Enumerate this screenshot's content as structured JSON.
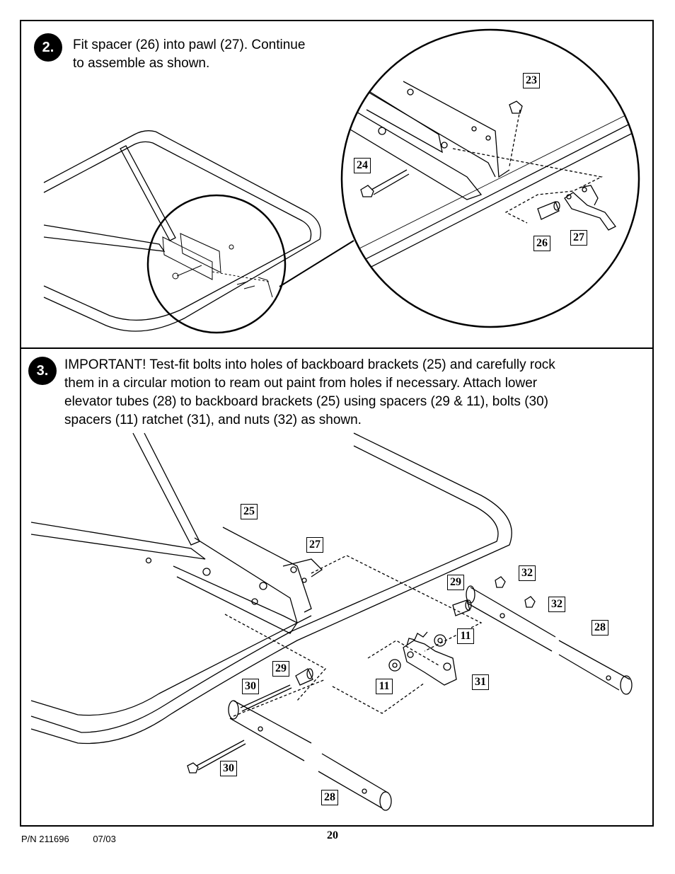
{
  "step2": {
    "number": "2.",
    "text_line1": "Fit spacer (26) into pawl (27). Continue",
    "text_line2": "to assemble as shown."
  },
  "step3": {
    "number": "3.",
    "text_line1": "IMPORTANT! Test-fit bolts into holes of backboard brackets (25) and carefully rock",
    "text_line2": "them in a circular motion to ream out paint from holes if necessary. Attach lower",
    "text_line3": "elevator tubes (28) to backboard brackets (25) using spacers (29 & 11), bolts (30)",
    "text_line4": "spacers (11) ratchet (31), and nuts (32) as shown."
  },
  "callouts_step2": [
    "23",
    "24",
    "26",
    "27"
  ],
  "callouts_step3": [
    "25",
    "27",
    "29",
    "32",
    "32",
    "28",
    "11",
    "29",
    "30",
    "11",
    "31",
    "30",
    "28"
  ],
  "footer": {
    "part_number": "P/N 211696",
    "date": "07/03",
    "page": "20"
  }
}
